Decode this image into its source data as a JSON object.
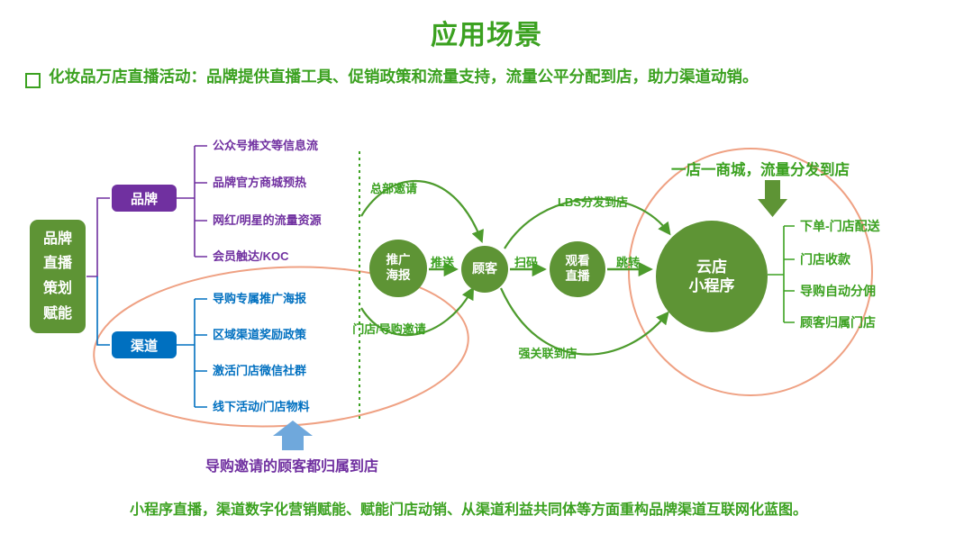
{
  "title": "应用场景",
  "subtitle": "化妆品万店直播活动：品牌提供直播工具、促销政策和流量支持，流量公平分配到店，助力渠道动销。",
  "left_box": {
    "label": "品牌\n直播\n策划\n赋能"
  },
  "brand": {
    "label": "品牌",
    "items": [
      "公众号推文等信息流",
      "品牌官方商城预热",
      "网红/明星的流量资源",
      "会员触达/KOC"
    ]
  },
  "channel": {
    "label": "渠道",
    "items": [
      "导购专属推广海报",
      "区域渠道奖励政策",
      "激活门店微信社群",
      "线下活动/门店物料"
    ]
  },
  "flow": {
    "nodes": [
      {
        "id": "poster",
        "label": "推广\n海报"
      },
      {
        "id": "customer",
        "label": "顾客"
      },
      {
        "id": "watch-live",
        "label": "观看\n直播"
      },
      {
        "id": "cloud-store",
        "label": "云店\n小程序"
      }
    ],
    "edge_labels": [
      "推送",
      "扫码",
      "跳转"
    ],
    "curve_labels": {
      "hq_invite": "总部邀请",
      "lbs": "LBS分发到店",
      "store_invite": "门店/导购邀请",
      "strong_link": "强关联到店"
    }
  },
  "cloud_store": {
    "headline": "一店一商城，流量分发到店",
    "benefits": [
      "下单-门店配送",
      "门店收款",
      "导购自动分佣",
      "顾客归属门店"
    ]
  },
  "bottom_note": "导购邀请的顾客都归属到店",
  "footer": "小程序直播，渠道数字化营销赋能、赋能门店动销、从渠道利益共同体等方面重构品牌渠道互联网化蓝图。",
  "colors": {
    "green_text": "#3BA120",
    "node_green": "#5E9435",
    "purple": "#7030A0",
    "blue": "#0070C0",
    "light_blue": "#6FA8DC",
    "orange": "#EFA183",
    "arrow_green": "#4D9B2D"
  }
}
